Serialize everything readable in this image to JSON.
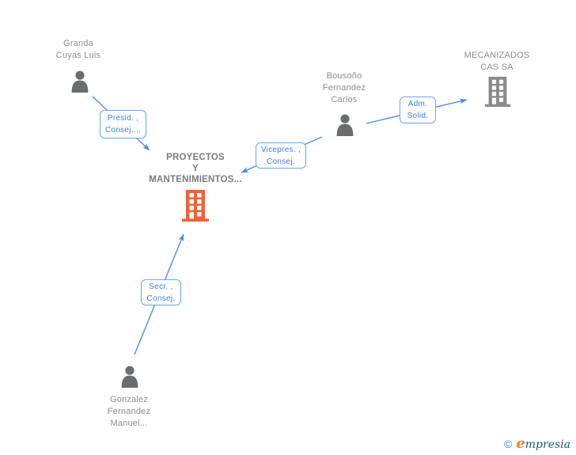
{
  "diagram": {
    "nodes": {
      "granda": {
        "type": "person",
        "lines": [
          "Granda",
          "Cuyas Luis"
        ]
      },
      "bousono": {
        "type": "person",
        "lines": [
          "Bousoño",
          "Fernandez",
          "Carlos"
        ]
      },
      "mecanizados": {
        "type": "company",
        "lines": [
          "MECANIZADOS",
          "CAS SA"
        ]
      },
      "proyectos": {
        "type": "company",
        "lines": [
          "PROYECTOS",
          "Y",
          "MANTENIMIENTOS..."
        ]
      },
      "gonzalez": {
        "type": "person",
        "lines": [
          "Gonzalez",
          "Fernandez",
          "Manuel..."
        ]
      }
    },
    "edges": [
      {
        "from": "Granda Cuyas Luis",
        "to": "PROYECTOS Y MANTENIMIENTOS...",
        "lines": [
          "Presid. ,",
          "Consej...."
        ]
      },
      {
        "from": "Bousoño Fernandez Carlos",
        "to": "PROYECTOS Y MANTENIMIENTOS...",
        "lines": [
          "Vicepres. ,",
          "Consej."
        ]
      },
      {
        "from": "Bousoño Fernandez Carlos",
        "to": "MECANIZADOS CAS SA",
        "lines": [
          "Adm.",
          "Solid."
        ]
      },
      {
        "from": "Gonzalez Fernandez Manuel...",
        "to": "PROYECTOS Y MANTENIMIENTOS...",
        "lines": [
          "Secr. ,",
          "Consej."
        ]
      }
    ]
  },
  "footer": {
    "copyright_symbol": "©",
    "brand_initial": "e",
    "brand_rest": "mpresia"
  },
  "colors": {
    "edge_blue": "#4a8ee8",
    "box_border_blue": "#6ba3f0",
    "box_text_blue": "#3b7fe0",
    "node_text_gray": "#8d8d8d",
    "main_node_text_gray": "#7b7b7b",
    "person_icon_gray": "#696d70",
    "company_icon_gray": "#8a8a8a",
    "main_company_orange": "#f4603a",
    "footer_teal": "#1f5b70",
    "footer_orange": "#ef7f2e"
  }
}
